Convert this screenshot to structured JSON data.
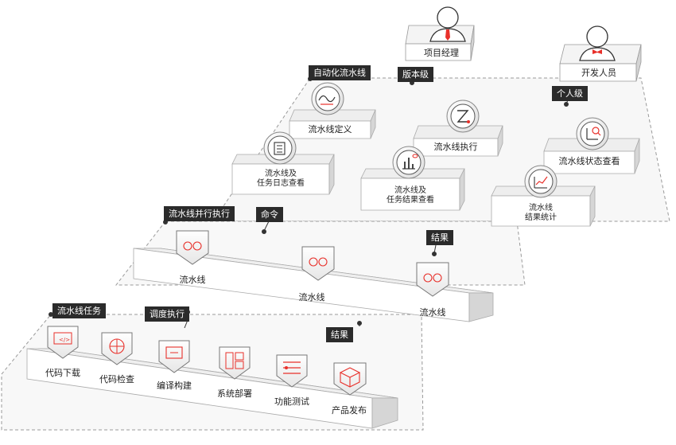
{
  "roles": {
    "project_manager": "项目经理",
    "developer": "开发人员"
  },
  "tags": {
    "automation": "自动化流水线",
    "version_level": "版本级",
    "personal_level": "个人级",
    "parallel": "流水线并行执行",
    "command": "命令",
    "result_mid": "结果",
    "tasks": "流水线任务",
    "schedule": "调度执行",
    "result_low": "结果"
  },
  "top_tier": {
    "items": [
      {
        "label": "流水线定义",
        "icon": "wave-icon"
      },
      {
        "label": "流水线执行",
        "icon": "run-icon"
      },
      {
        "label": "流水线状态查看",
        "icon": "chart-search-icon"
      },
      {
        "label_lines": [
          "流水线及",
          "任务日志查看"
        ],
        "icon": "log-icon"
      },
      {
        "label_lines": [
          "流水线及",
          "任务结果查看"
        ],
        "icon": "bar-chart-icon"
      },
      {
        "label_lines": [
          "流水线",
          "结果统计"
        ],
        "icon": "trend-icon"
      }
    ]
  },
  "middle_tier": {
    "pipelines": [
      "流水线",
      "流水线",
      "流水线"
    ]
  },
  "bottom_tier": {
    "tasks": [
      "代码下载",
      "代码检查",
      "编译构建",
      "系统部署",
      "功能测试",
      "产品发布"
    ]
  },
  "colors": {
    "accent": "#e8302a",
    "tag_bg": "#2b2b2b",
    "platform_top": "#efefef",
    "platform_front": "#d9d9d9",
    "dashed_region": "#9a9a9a"
  }
}
